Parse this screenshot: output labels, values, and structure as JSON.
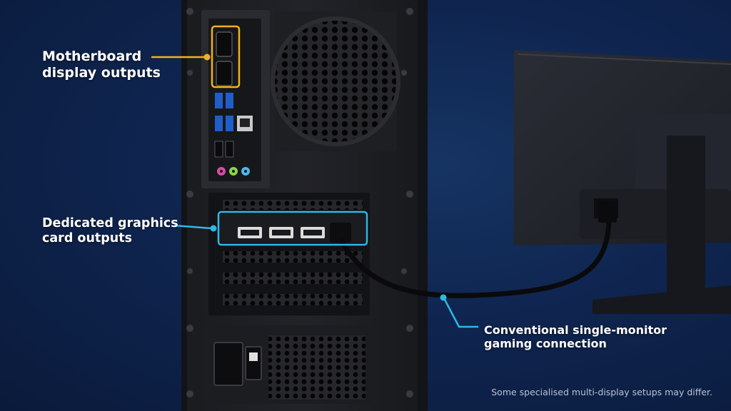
{
  "labels": {
    "motherboard": {
      "line1": "Motherboard",
      "line2": "display outputs"
    },
    "gpu": {
      "line1": "Dedicated graphics",
      "line2": "card outputs"
    },
    "cable": {
      "line1": "Conventional single-monitor",
      "line2": "gaming connection"
    }
  },
  "footnote": "Some specialised multi-display setups may differ.",
  "colors": {
    "background": "#0f2550",
    "motherboard_highlight": "#f0b21c",
    "gpu_highlight": "#2fb8e6",
    "cable_callout": "#2fb8e6",
    "case_body": "#1c1d21"
  }
}
